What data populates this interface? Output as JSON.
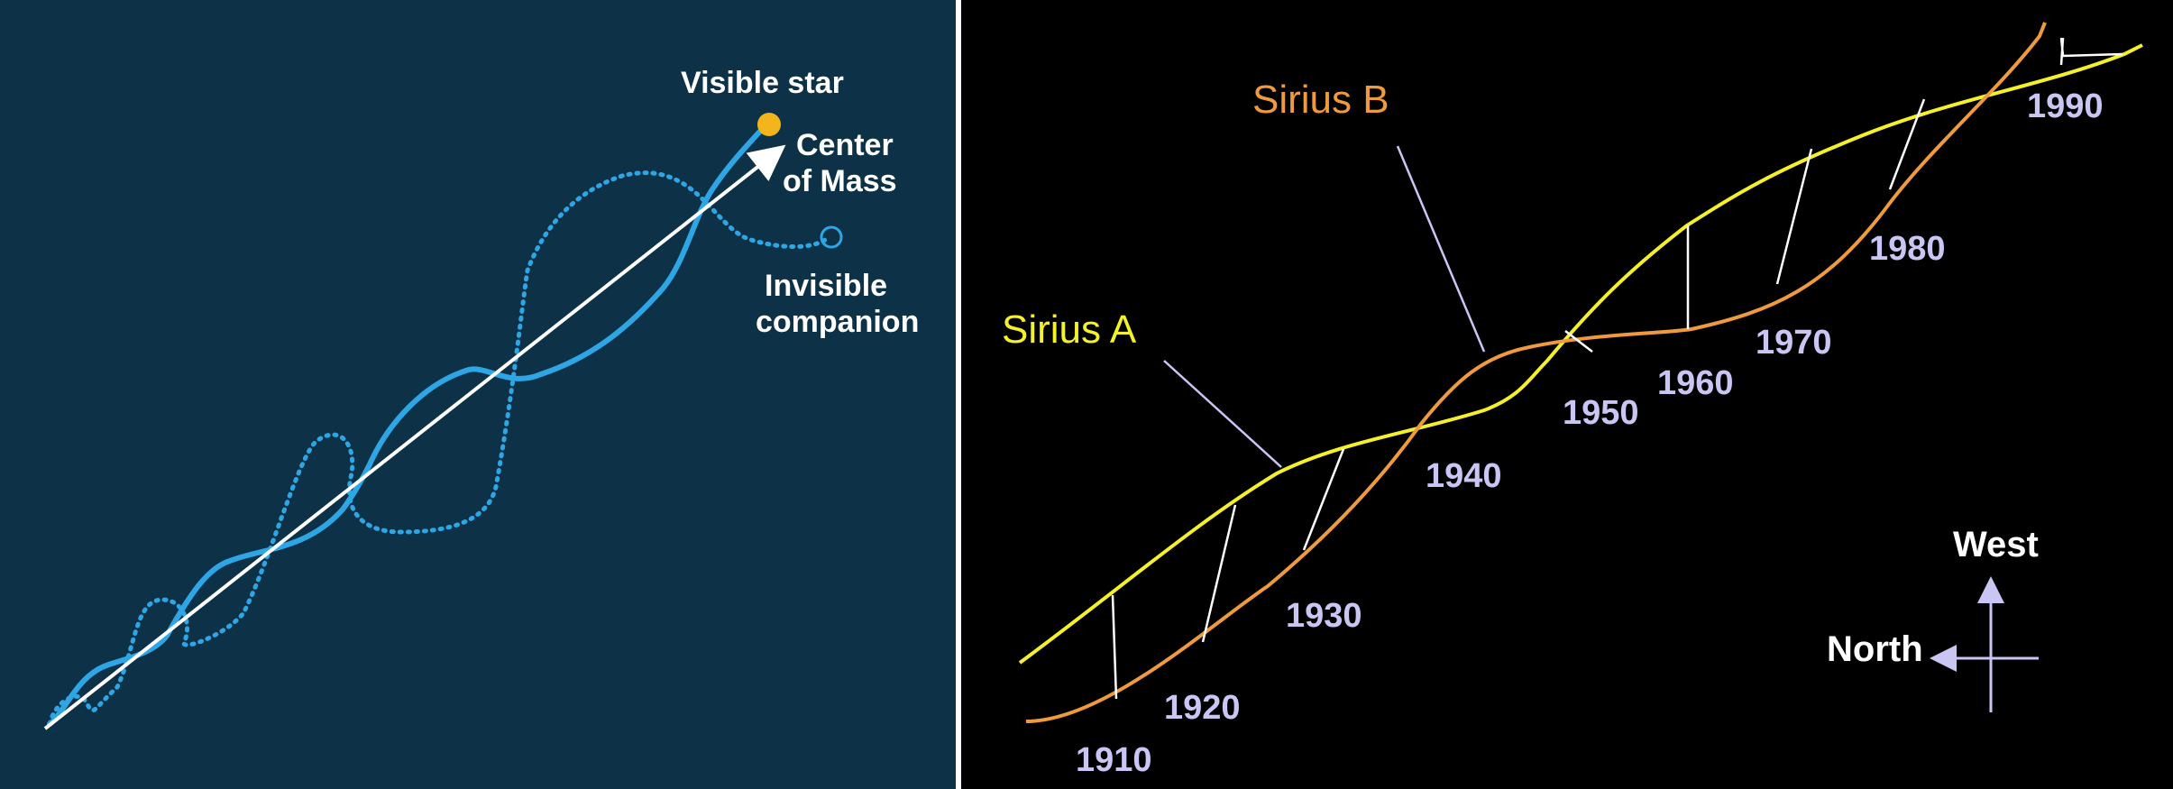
{
  "left": {
    "labels": {
      "visible_star": "Visible star",
      "center_line1": "Center",
      "center_line2": "of Mass",
      "invisible_line1": "Invisible",
      "invisible_line2": "companion"
    },
    "colors": {
      "background": "#0d3147",
      "visible_path": "#2ea6e6",
      "invisible_path": "#2ea6e6",
      "center_arrow": "#ffffff",
      "visible_star": "#f2b51c"
    }
  },
  "right": {
    "labels": {
      "sirius_a": "Sirius A",
      "sirius_b": "Sirius B",
      "west": "West",
      "north": "North"
    },
    "years": [
      "1910",
      "1920",
      "1930",
      "1940",
      "1950",
      "1960",
      "1970",
      "1980",
      "1990"
    ],
    "colors": {
      "background": "#000000",
      "sirius_a": "#f4f02a",
      "sirius_b": "#ef9a3e",
      "year_label": "#c9c6f4",
      "connector": "#ffffff",
      "compass": "#c9c6f4"
    }
  }
}
